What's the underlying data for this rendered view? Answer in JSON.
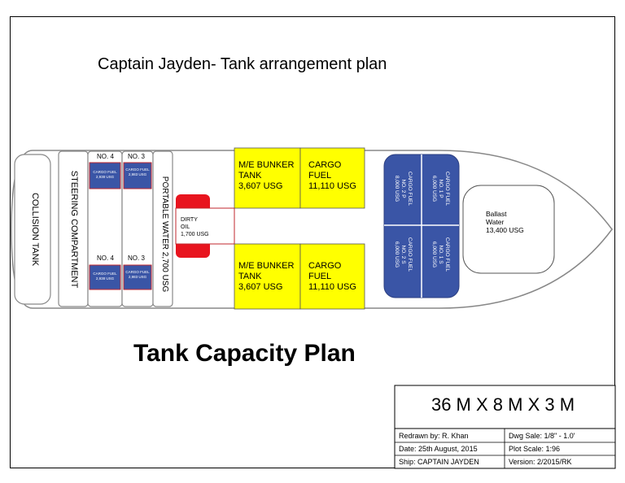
{
  "title": "Captain Jayden- Tank arrangement plan",
  "subtitle": "Tank Capacity Plan",
  "tanks": {
    "collision": "COLLISION TANK",
    "steering": "STEERING COMPARTMENT",
    "portable_water": "PORTABLE WATER 2,700 USG",
    "no4_top_label": "NO. 4",
    "no3_top_label": "NO. 3",
    "no4_bottom_label": "NO. 4",
    "no3_bottom_label": "NO. 3",
    "no4_top_fuel": [
      "CARGO FUEL",
      "2,938 USG"
    ],
    "no3_top_fuel": [
      "CARGO FUEL",
      "2,983 USG"
    ],
    "no4_bottom_fuel": [
      "CARGO FUEL",
      "2,938 USG"
    ],
    "no3_bottom_fuel": [
      "CARGO FUEL",
      "2,983 USG"
    ],
    "dirty_oil": [
      "DIRTY",
      "OIL",
      "1,700 USG"
    ],
    "me_bunker_top": [
      "M/E BUNKER",
      "TANK",
      "3,607 USG"
    ],
    "cargo_fuel_top": [
      "CARGO",
      "FUEL",
      "11,110 USG"
    ],
    "me_bunker_bottom": [
      "M/E BUNKER",
      "TANK",
      "3,607 USG"
    ],
    "cargo_fuel_bottom": [
      "CARGO",
      "FUEL",
      "11,110 USG"
    ],
    "cargo_fuel_2p": [
      "CARGO FUEL",
      "NO. 2 P",
      "8,000 USG"
    ],
    "cargo_fuel_1p": [
      "CARGO FUEL",
      "NO. 1 P",
      "6,000 USG"
    ],
    "cargo_fuel_2s": [
      "CARGO FUEL",
      "NO. 2 S",
      "6,000 USG"
    ],
    "cargo_fuel_1s": [
      "CARGO FUEL",
      "NO. 1 S",
      "6,000 USG"
    ],
    "ballast": [
      "Ballast",
      "Water",
      "13,400 USG"
    ]
  },
  "title_block": {
    "dimensions": "36 M X 8 M X 3 M",
    "redrawn_by": "Redrawn by:  R. Khan",
    "dwg_scale": "Dwg Sale: 1/8\" - 1.0'",
    "date": "Date: 25th August, 2015",
    "plot_scale": "Plot Scale: 1:96",
    "ship": "Ship: CAPTAIN JAYDEN",
    "version": "Version: 2/2015/RK"
  },
  "colors": {
    "yellow": "#ffff00",
    "blue": "#3a55a6",
    "red": "#e8141e",
    "outline": "#7a7a7a"
  }
}
